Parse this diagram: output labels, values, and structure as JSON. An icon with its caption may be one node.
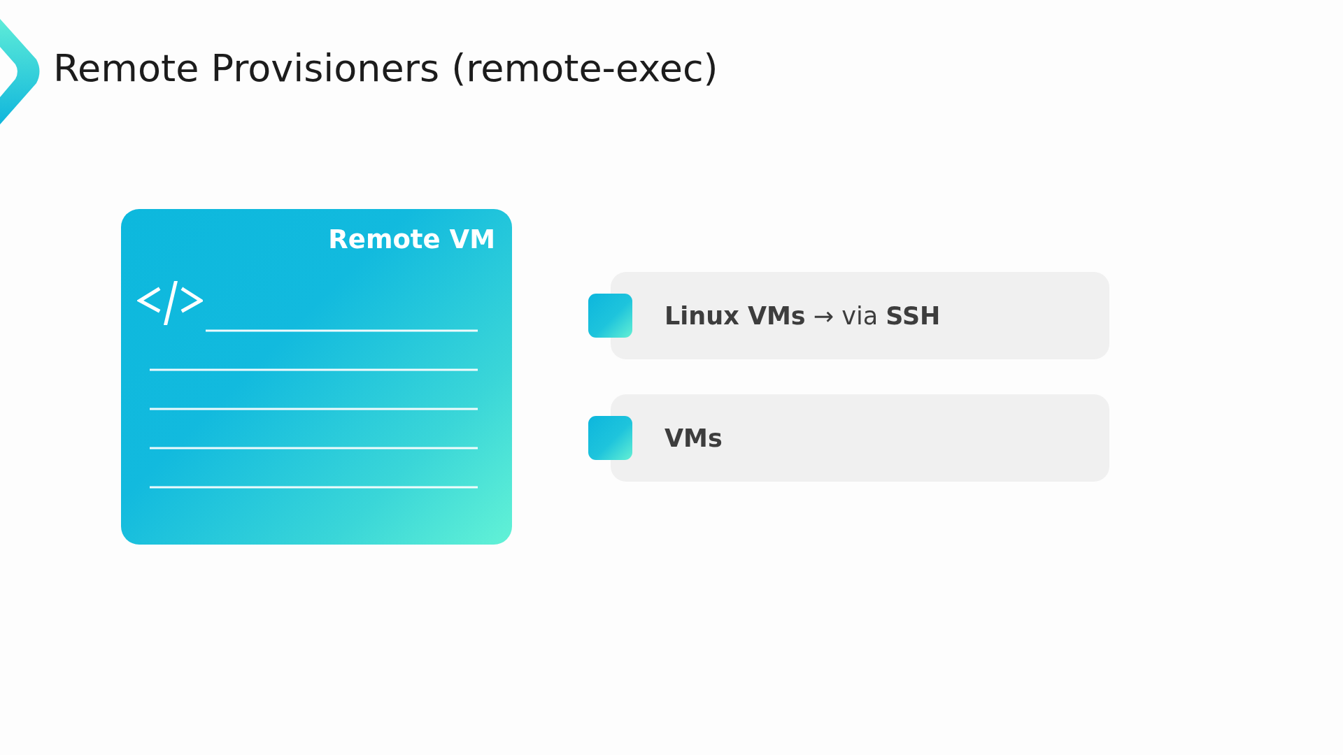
{
  "diagram": {
    "title": "Remote Provisioners (remote-exec)",
    "nodes": [
      {
        "text": [
          "Remote VM"
        ]
      },
      {
        "text": [
          "**Linux VMs** → via **SSH**"
        ]
      },
      {
        "text": [
          "VMs"
        ]
      }
    ]
  }
}
